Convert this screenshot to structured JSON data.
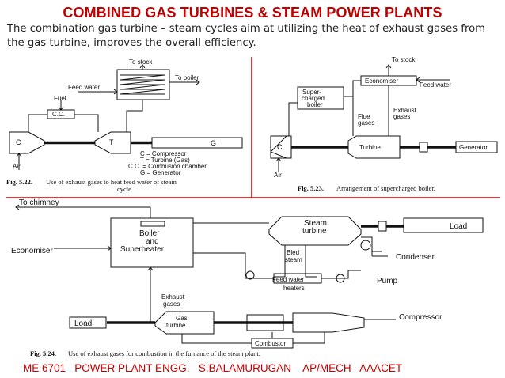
{
  "title": "COMBINED GAS TURBINES & STEAM POWER PLANTS",
  "intro": "The combination gas turbine – steam cycles aim at utilizing the heat of exhaust gases from the gas turbine, improves the overall efficiency.",
  "footer": "ME 6701   POWER PLANT ENGG.   S.BALAMURUGAN    AP/MECH   AAACET",
  "colors": {
    "title": "#c00000",
    "footer": "#c00000",
    "divider": "#cc0000"
  },
  "fig522": {
    "to_stock": "To stock",
    "to_boiler": "To boiler",
    "feed_water": "Feed water",
    "fuel": "Fuel",
    "cc": "C.C.",
    "c": "C",
    "t": "T",
    "g": "G",
    "air": "Air",
    "legend": [
      "C = Compressor",
      "T = Turbine (Gas)",
      "C.C. = Combusion chamber",
      "G = Generator"
    ],
    "caption_num": "Fig. 5.22.",
    "caption_l1": "Use of exhaust gases to heat feed water of steam",
    "caption_l2": "cycle."
  },
  "fig523": {
    "to_stock": "To stock",
    "economiser": "Economiser",
    "feed_water": "Feed water",
    "boiler_l1": "Super-",
    "boiler_l2": "charged",
    "boiler_l3": "boiler",
    "exhaust_l1": "Exhaust",
    "exhaust_l2": "gases",
    "flue_l1": "Flue",
    "flue_l2": "gases",
    "c": "C",
    "turbine": "Turbine",
    "generator": "Generator",
    "air": "Air",
    "caption_num": "Fig. 5.23.",
    "caption": "Arrangement of supercharged boiler."
  },
  "fig524": {
    "to_chimney": "To chimney",
    "boiler_l1": "Boiler",
    "boiler_l2": "and",
    "boiler_l3": "Superheater",
    "economiser": "Economiser",
    "steam_l1": "Steam",
    "steam_l2": "turbine",
    "load_top": "Load",
    "bled_l1": "Bled",
    "bled_l2": "steam",
    "condenser": "Condenser",
    "fw_l1": "Feed water",
    "fw_l2": "heaters",
    "pump": "Pump",
    "exhaust_l1": "Exhaust",
    "exhaust_l2": "gases",
    "gas_l1": "Gas",
    "gas_l2": "turbine",
    "load_bottom": "Load",
    "compressor": "Compressor",
    "combustor": "Combustor",
    "caption_num": "Fig. 5.24.",
    "caption": "Use of exhaust gases for combustion in the furnance of the steam plant."
  }
}
